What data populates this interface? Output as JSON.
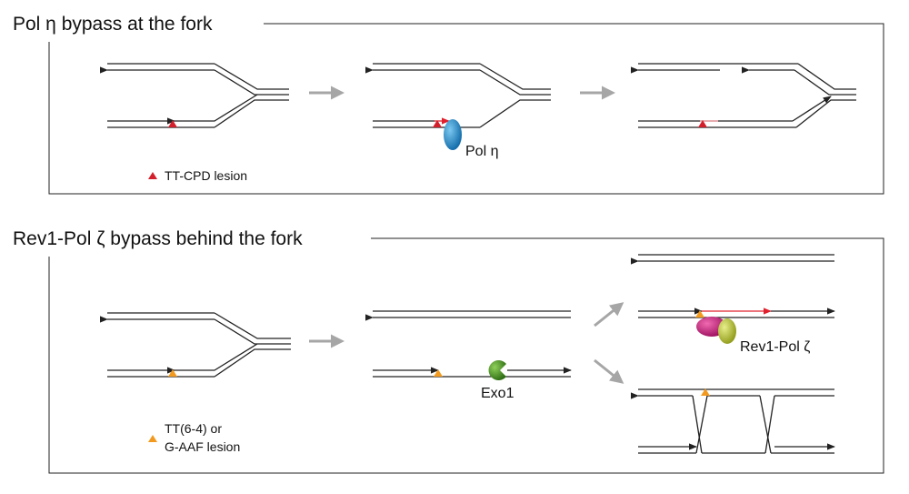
{
  "panel_top": {
    "title": "Pol η bypass at the fork",
    "legend": "TT-CPD lesion",
    "enzyme_label": "Pol η"
  },
  "panel_bottom": {
    "title": "Rev1-Pol ζ bypass behind the fork",
    "legend_line1": "TT(6-4) or",
    "legend_line2": "G-AAF lesion",
    "exo_label": "Exo1",
    "enzyme_label": "Rev1-Pol ζ"
  },
  "colors": {
    "lesion_cpd": "#d21f2b",
    "lesion_64": "#f29a1f",
    "pol_eta": "#1e88c8",
    "exo1": "#3f8a1f",
    "rev1": "#c8137a",
    "pol_zeta": "#b8c22a",
    "arrow_grey": "#a6a6a6",
    "new_strand_red": "#e0202c"
  }
}
